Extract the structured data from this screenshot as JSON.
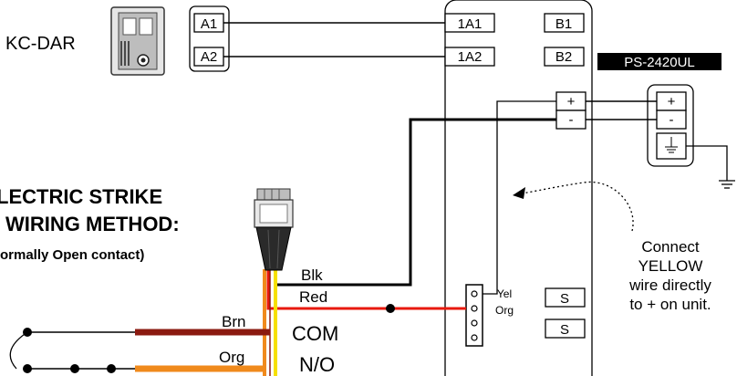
{
  "device": {
    "name": "KC-DAR"
  },
  "device_terminals": [
    "A1",
    "A2"
  ],
  "controller_inputs": [
    "1A1",
    "1A2"
  ],
  "controller_outputs": [
    "B1",
    "B2"
  ],
  "power_terminals": [
    "+",
    "-"
  ],
  "power_supply": {
    "label": "PS-2420UL",
    "terminals": [
      "+",
      "-"
    ]
  },
  "strike": {
    "title_line1": "LECTRIC STRIKE",
    "title_line2": "WIRING METHOD:",
    "subtitle": "ormally Open contact)"
  },
  "wires": {
    "blk": "Blk",
    "red": "Red",
    "brn": "Brn",
    "org": "Org"
  },
  "contacts": {
    "com": "COM",
    "no": "N/O"
  },
  "connector": {
    "yel": "Yel",
    "org": "Org"
  },
  "s_terminals": [
    "S",
    "S"
  ],
  "note": {
    "line1": "Connect",
    "line2": "YELLOW",
    "line3": "wire directly",
    "line4": "to + on unit."
  },
  "colors": {
    "red_wire": "#e8190c",
    "brown_wire": "#8b1a10",
    "orange_wire": "#f08a1c",
    "yellow_wire": "#f6e000",
    "label_bg": "#000000"
  }
}
